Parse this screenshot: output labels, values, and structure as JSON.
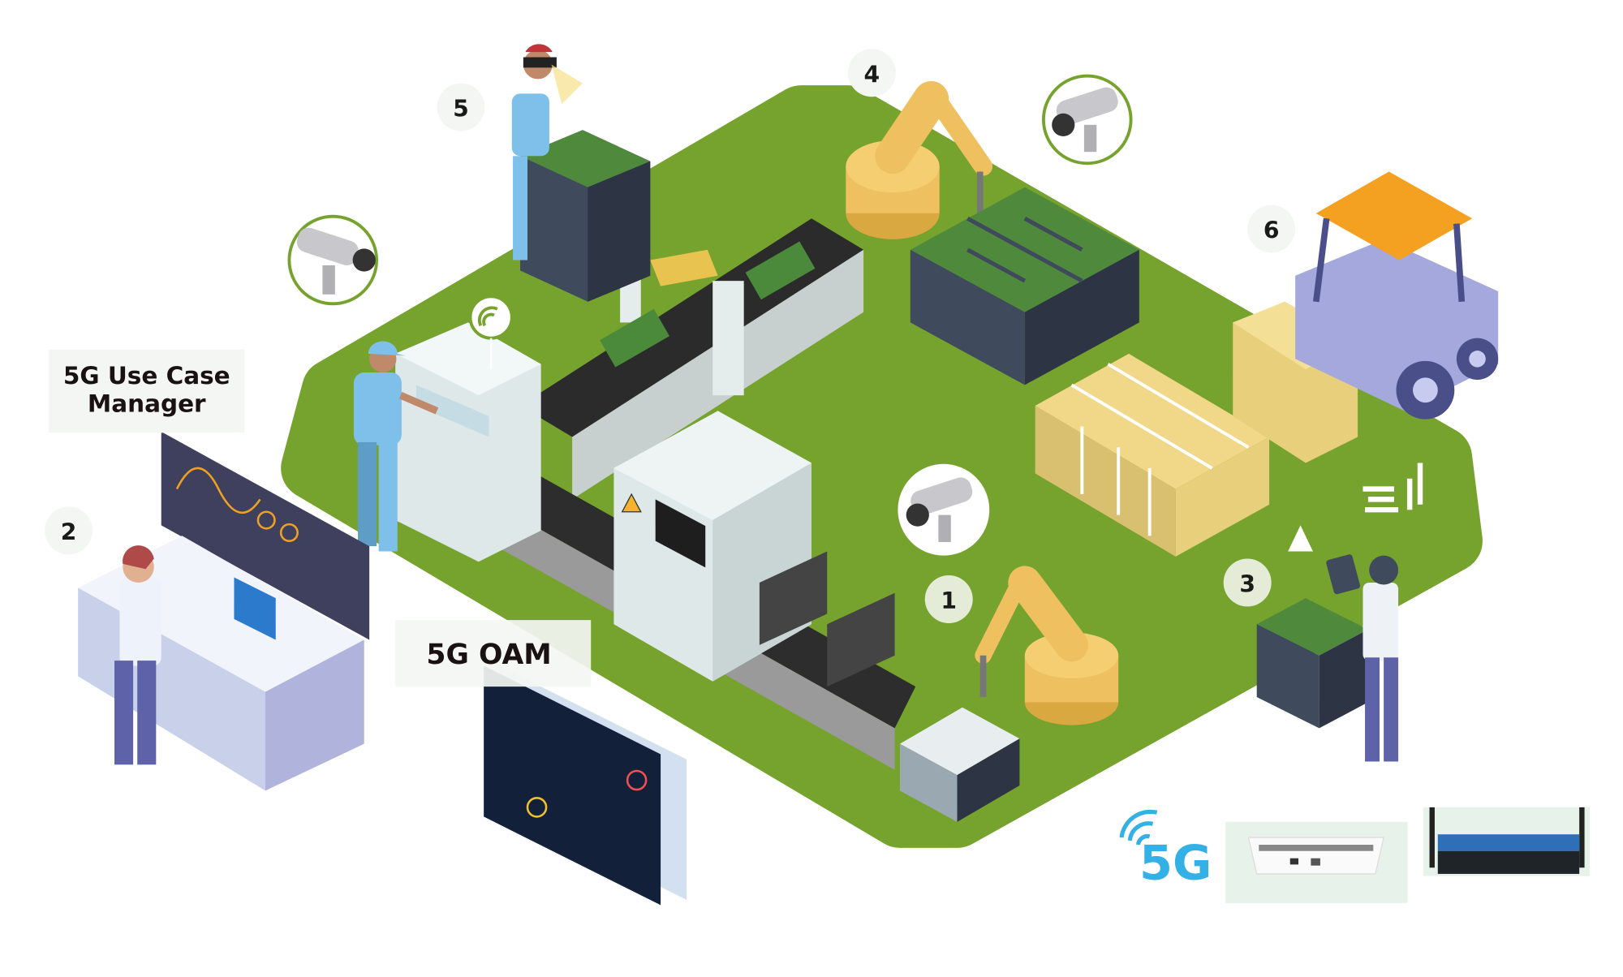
{
  "labels": {
    "use_case_manager_line1": "5G Use Case",
    "use_case_manager_line2": "Manager",
    "oam": "5G OAM",
    "five_g_logo": "5G"
  },
  "markers": [
    "1",
    "2",
    "3",
    "4",
    "5",
    "6"
  ],
  "colors": {
    "floor": "#76a32d",
    "robot": "#eec060",
    "machine": "#dfe8e8",
    "dark_box": "#3f4a5c",
    "worker_uniform": "#7ec0ea",
    "forklift": "#a4a8dc",
    "forklift_roof": "#f4a020",
    "five_g": "#33b0e6",
    "label_bg": "#f3f6f3"
  },
  "icons": [
    "cctv-camera-icon",
    "wifi-signal-icon",
    "warning-icon",
    "5g-signal-icon"
  ]
}
